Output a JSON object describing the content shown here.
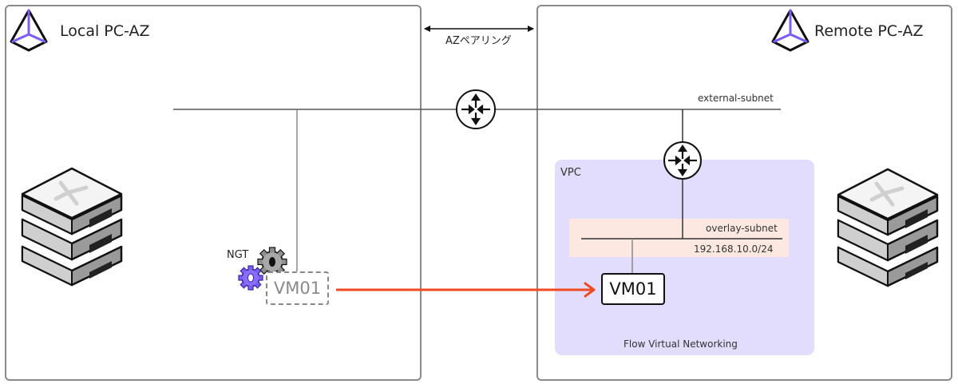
{
  "diagram": {
    "local_az": {
      "title": "Local PC-AZ",
      "icon": "prism-central-icon"
    },
    "remote_az": {
      "title": "Remote PC-AZ",
      "icon": "prism-central-icon"
    },
    "pairing": {
      "label": "AZペアリング",
      "arrow": "bidirectional"
    },
    "external_subnet": {
      "label": "external-subnet"
    },
    "vpc": {
      "label": "VPC",
      "footer": "Flow Virtual Networking",
      "color": "#e2dcfd"
    },
    "overlay_subnet": {
      "label": "overlay-subnet",
      "cidr": "192.168.10.0/24",
      "color": "#fde8e1"
    },
    "local_vm": {
      "name": "VM01",
      "agent_label": "NGT",
      "state": "source (dashed)"
    },
    "remote_vm": {
      "name": "VM01",
      "state": "recovered"
    },
    "migration_arrow": {
      "color": "#f04a23",
      "direction": "local-to-remote"
    },
    "icons": {
      "router": "router-icon",
      "server": "server-stack-icon",
      "gears": "ngt-gears-icon"
    },
    "colors": {
      "accent_purple": "#7b5cf5",
      "border": "#8a8a8a"
    }
  }
}
